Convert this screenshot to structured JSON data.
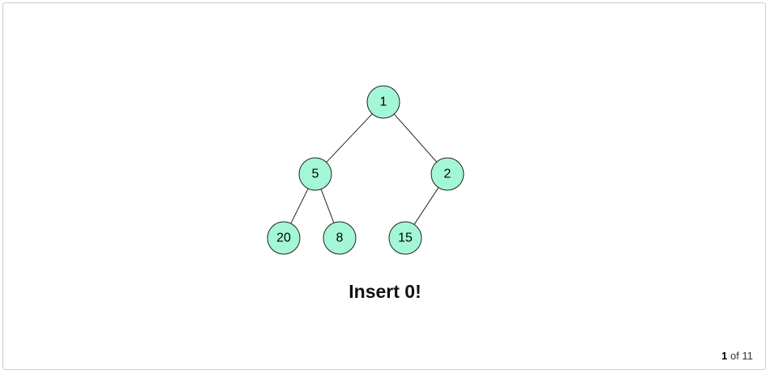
{
  "diagram": {
    "node_fill": "#a3f7d6",
    "nodes": [
      {
        "id": "n0",
        "label": "1"
      },
      {
        "id": "n1",
        "label": "5"
      },
      {
        "id": "n2",
        "label": "2"
      },
      {
        "id": "n3",
        "label": "20"
      },
      {
        "id": "n4",
        "label": "8"
      },
      {
        "id": "n5",
        "label": "15"
      }
    ],
    "edges": [
      [
        "n0",
        "n1"
      ],
      [
        "n0",
        "n2"
      ],
      [
        "n1",
        "n3"
      ],
      [
        "n1",
        "n4"
      ],
      [
        "n2",
        "n5"
      ]
    ]
  },
  "caption": "Insert 0!",
  "pager": {
    "current": "1",
    "separator": "of",
    "total": "11"
  }
}
